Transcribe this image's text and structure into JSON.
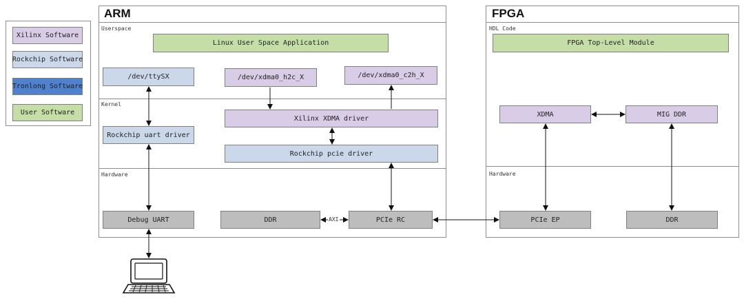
{
  "legend": {
    "items": [
      {
        "label": "Xilinx Software",
        "color": "#d8cce6"
      },
      {
        "label": "Rockchip Software",
        "color": "#cbd8ea"
      },
      {
        "label": "Tronlong Software",
        "color": "#4f81cf"
      },
      {
        "label": "User Software",
        "color": "#c5dea7"
      }
    ]
  },
  "arm": {
    "title": "ARM",
    "sections": {
      "userspace": "Userspace",
      "kernel": "Kernel",
      "hardware": "Hardware"
    },
    "boxes": {
      "app": "Linux User Space Application",
      "tty": "/dev/ttySX",
      "h2c": "/dev/xdma0_h2c_X",
      "c2h": "/dev/xdma0_c2h_X",
      "xdma_driver": "Xilinx XDMA driver",
      "uart_driver": "Rockchip uart driver",
      "pcie_driver": "Rockchip pcie driver",
      "debug_uart": "Debug UART",
      "ddr": "DDR",
      "pcie_rc": "PCIe RC"
    },
    "axi_label": "AXI"
  },
  "fpga": {
    "title": "FPGA",
    "sections": {
      "hdl": "HDL Code",
      "hardware": "Hardware"
    },
    "boxes": {
      "top": "FPGA Top-Level Module",
      "xdma": "XDMA",
      "mig": "MIG DDR",
      "pcie_ep": "PCIe EP",
      "ddr": "DDR"
    }
  }
}
